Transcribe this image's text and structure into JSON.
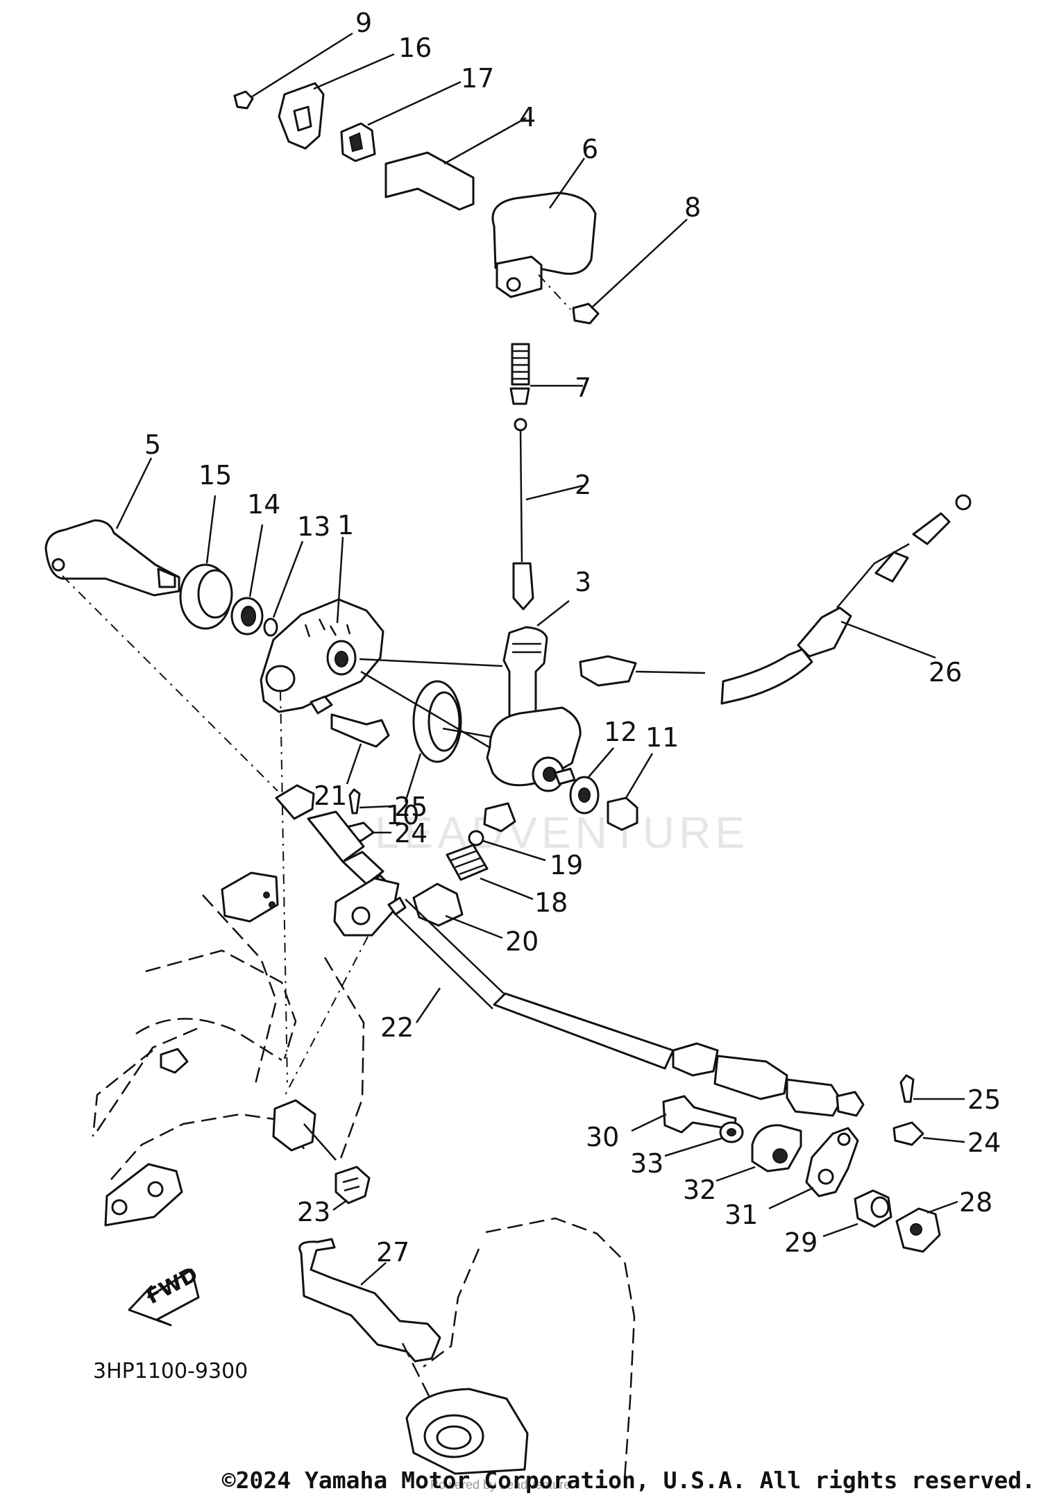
{
  "diagram": {
    "drawing_code": "3HP1100-9300",
    "fwd_label": "FWD",
    "copyright": "©2024 Yamaha Motor Corporation, U.S.A. All rights reserved.",
    "watermark": "LEADVENTURE",
    "watermark_small": "Powered by LeadVenture",
    "callouts": [
      {
        "id": "9",
        "label": "9"
      },
      {
        "id": "16",
        "label": "16"
      },
      {
        "id": "17",
        "label": "17"
      },
      {
        "id": "4",
        "label": "4"
      },
      {
        "id": "6",
        "label": "6"
      },
      {
        "id": "8",
        "label": "8"
      },
      {
        "id": "7",
        "label": "7"
      },
      {
        "id": "2",
        "label": "2"
      },
      {
        "id": "5",
        "label": "5"
      },
      {
        "id": "15",
        "label": "15"
      },
      {
        "id": "14",
        "label": "14"
      },
      {
        "id": "13",
        "label": "13"
      },
      {
        "id": "1",
        "label": "1"
      },
      {
        "id": "3",
        "label": "3"
      },
      {
        "id": "26",
        "label": "26"
      },
      {
        "id": "21",
        "label": "21"
      },
      {
        "id": "10",
        "label": "10"
      },
      {
        "id": "12",
        "label": "12"
      },
      {
        "id": "11",
        "label": "11"
      },
      {
        "id": "25a",
        "label": "25"
      },
      {
        "id": "24a",
        "label": "24"
      },
      {
        "id": "19",
        "label": "19"
      },
      {
        "id": "18",
        "label": "18"
      },
      {
        "id": "20",
        "label": "20"
      },
      {
        "id": "22",
        "label": "22"
      },
      {
        "id": "25b",
        "label": "25"
      },
      {
        "id": "24b",
        "label": "24"
      },
      {
        "id": "30",
        "label": "30"
      },
      {
        "id": "33",
        "label": "33"
      },
      {
        "id": "32",
        "label": "32"
      },
      {
        "id": "31",
        "label": "31"
      },
      {
        "id": "28",
        "label": "28"
      },
      {
        "id": "29",
        "label": "29"
      },
      {
        "id": "23",
        "label": "23"
      },
      {
        "id": "27",
        "label": "27"
      }
    ]
  }
}
